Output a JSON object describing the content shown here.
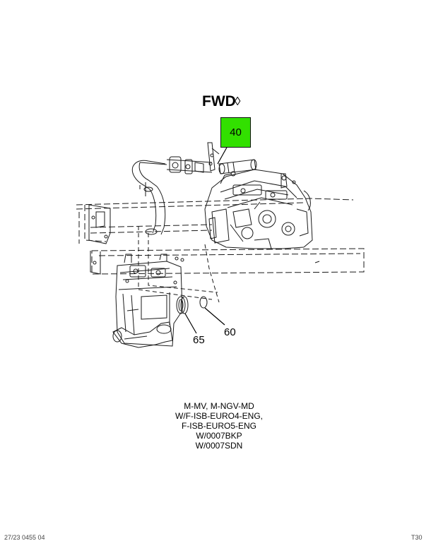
{
  "diagram": {
    "fwd_label": "FWD",
    "fwd_arrow": "◊",
    "callouts": {
      "highlighted": "40",
      "c65": "65",
      "c60": "60"
    },
    "highlight_color": "#32e000"
  },
  "notes": {
    "lines": [
      "M-MV, M-NGV-MD",
      "W/F-ISB-EURO4-ENG,",
      "F-ISB-EURO5-ENG",
      "W/0007BKP",
      "W/0007SDN"
    ]
  },
  "footer": {
    "left": "27/23 0455 04",
    "right": "T30"
  }
}
